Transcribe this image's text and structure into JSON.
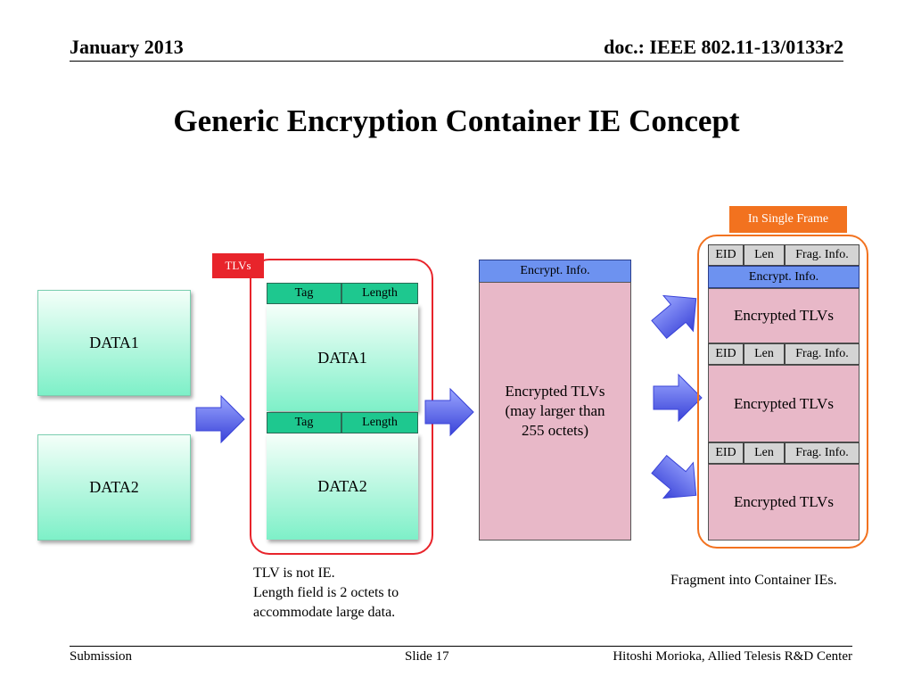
{
  "header": {
    "date": "January 2013",
    "doc": "doc.: IEEE 802.11-13/0133r2"
  },
  "title": "Generic Encryption Container IE Concept",
  "input_data": {
    "data1": "DATA1",
    "data2": "DATA2"
  },
  "tlvs": {
    "label": "TLVs",
    "tag": "Tag",
    "length": "Length",
    "data1": "DATA1",
    "data2": "DATA2",
    "note": [
      "TLV is not IE.",
      "Length field is 2 octets to",
      "accommodate large data."
    ]
  },
  "encrypted": {
    "header": "Encrypt. Info.",
    "body": [
      "Encrypted TLVs",
      "(may larger than",
      "255 octets)"
    ]
  },
  "single_frame": {
    "label": "In Single Frame",
    "eid": "EID",
    "len": "Len",
    "frag": "Frag. Info.",
    "encrypt_info": "Encrypt. Info.",
    "encrypted_tlvs": "Encrypted TLVs",
    "note": "Fragment into Container IEs."
  },
  "footer": {
    "left": "Submission",
    "center": "Slide 17",
    "right": "Hitoshi Morioka, Allied Telesis R&D Center"
  },
  "colors": {
    "tlv_outline": "#e8242b",
    "frame_outline": "#f2721f",
    "tag_cell": "#1ec88f",
    "encrypt_info": "#6d92f0",
    "encrypted_body": "#e8b8c8",
    "arrow": "#5566ee"
  }
}
